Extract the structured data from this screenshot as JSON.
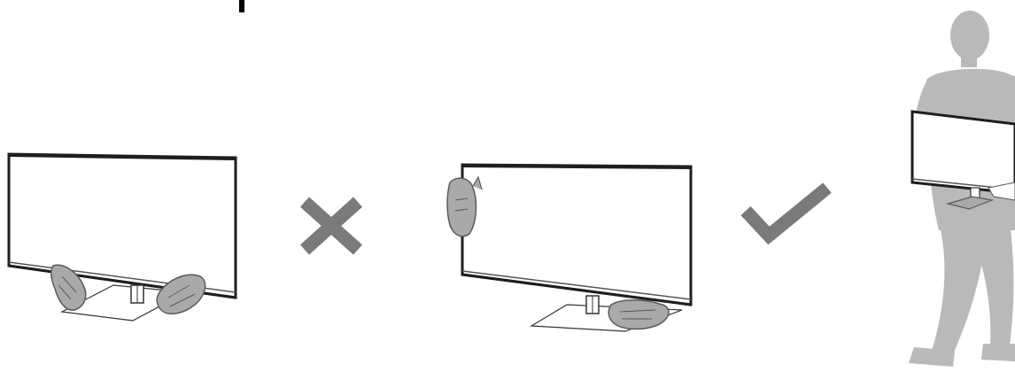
{
  "diagram": {
    "panels": [
      {
        "id": "wrong",
        "mark_icon": "cross-icon",
        "mark_color": "#7a7a7a"
      },
      {
        "id": "right",
        "mark_icon": "check-icon",
        "mark_color": "#7a7a7a"
      },
      {
        "id": "carry",
        "figure_icon": "person-carrying-tv-icon",
        "figure_color": "#b9b9b9"
      }
    ],
    "colors": {
      "outline": "#1e1e1e",
      "hand_fill": "#a9a9a9",
      "hand_stroke": "#5a5a5a",
      "mark": "#7a7a7a",
      "silhouette": "#b9b9b9"
    }
  }
}
